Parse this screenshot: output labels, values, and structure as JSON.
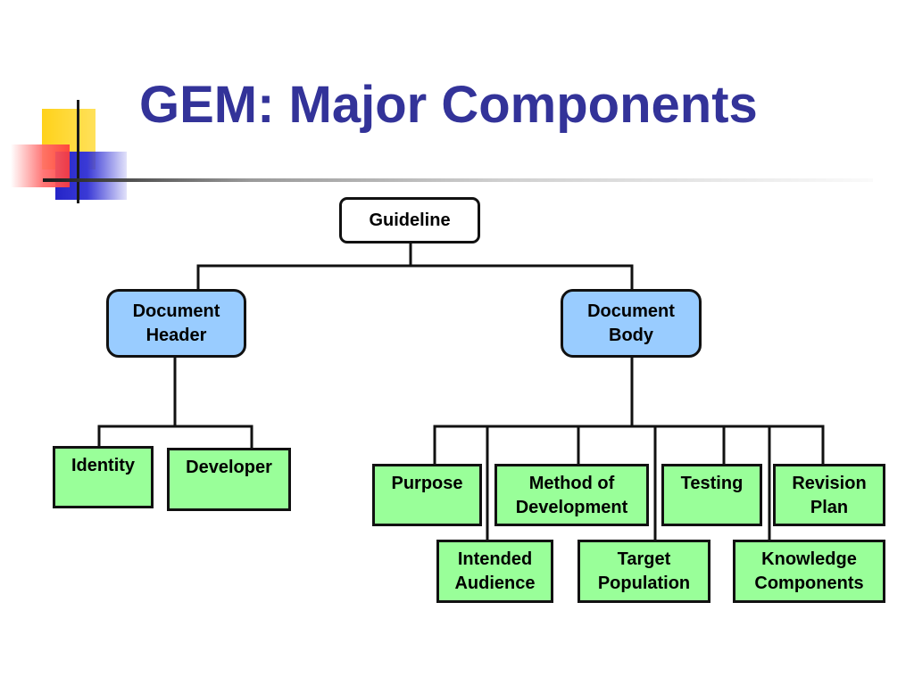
{
  "title": "GEM: Major Components",
  "diagram": {
    "root": "Guideline",
    "branches": {
      "header": "Document Header",
      "body": "Document Body"
    },
    "header_children": [
      "Identity",
      "Developer"
    ],
    "body_children_top": [
      "Purpose",
      "Method of Development",
      "Testing",
      "Revision Plan"
    ],
    "body_children_bottom": [
      "Intended Audience",
      "Target Population",
      "Knowledge Components"
    ]
  },
  "colors": {
    "title": "#333399",
    "root_fill": "#ffffff",
    "branch_fill": "#99ccff",
    "leaf_fill": "#99ff99"
  }
}
